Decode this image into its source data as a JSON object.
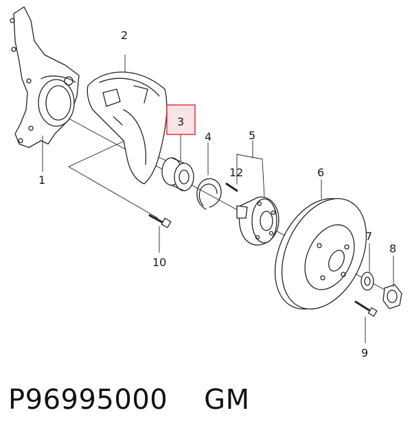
{
  "diagram": {
    "highlighted_part": "3",
    "highlight_color": "#e0343a",
    "highlight_fill": "#fbe4e6",
    "line_color": "#222222",
    "labels": {
      "p1": "1",
      "p2": "2",
      "p3": "3",
      "p4": "4",
      "p5": "5",
      "p6": "6",
      "p7": "7",
      "p8": "8",
      "p9": "9",
      "p10": "10",
      "p12": "12"
    }
  },
  "caption": {
    "part_number": "P96995000",
    "brand": "GM"
  }
}
